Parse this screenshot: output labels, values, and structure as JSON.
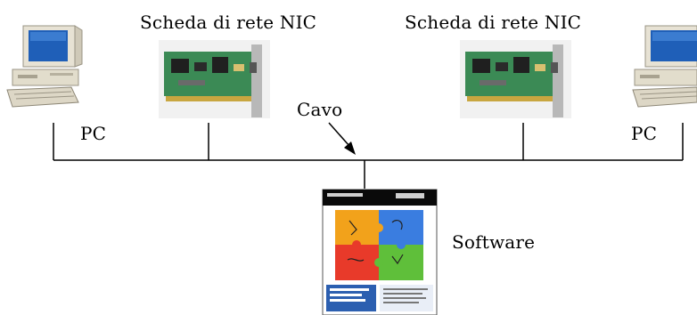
{
  "labels": {
    "nic_left": "Scheda di rete NIC",
    "nic_right": "Scheda di rete NIC",
    "pc_left": "PC",
    "pc_right": "PC",
    "cable": "Cavo",
    "software": "Software"
  },
  "images": {
    "pc_left": "desktop-computer-icon",
    "pc_right": "desktop-computer-icon",
    "nic_left": "network-card-photo",
    "nic_right": "network-card-photo",
    "software": "software-box-cover"
  },
  "colors": {
    "line": "#000000",
    "puzzle_orange": "#f2a21b",
    "puzzle_blue": "#3a7de0",
    "puzzle_red": "#e83a2a",
    "puzzle_green": "#5fbf3a",
    "pcb_green": "#3b8a55",
    "monitor_screen": "#1f5fb8",
    "computer_beige": "#e7e2d4"
  }
}
